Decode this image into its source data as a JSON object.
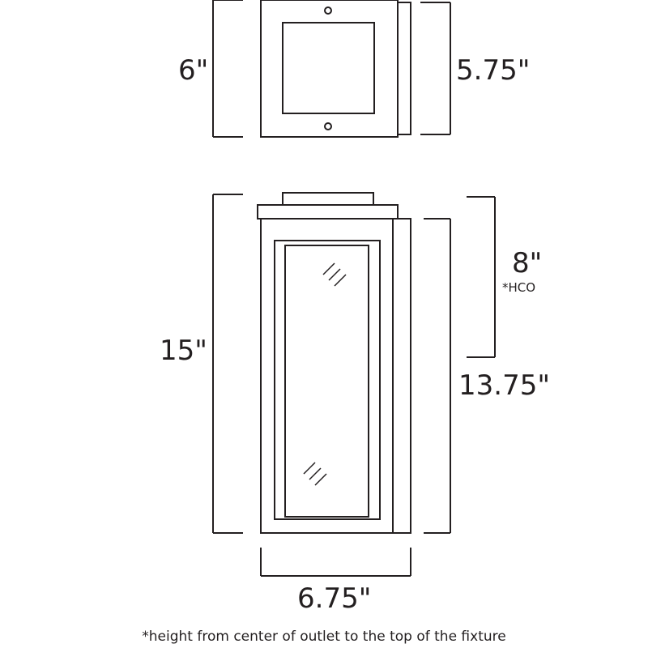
{
  "top_view": {
    "height_label": "6\"",
    "backplate_label": "5.75\""
  },
  "side_view": {
    "height_label": "15\"",
    "hco_label": "8\"",
    "hco_note": "*HCO",
    "body_label": "13.75\"",
    "width_label": "6.75\""
  },
  "footnote": "*height from center of outlet to the top of the fixture",
  "colors": {
    "line": "#231f20",
    "background": "#ffffff"
  }
}
